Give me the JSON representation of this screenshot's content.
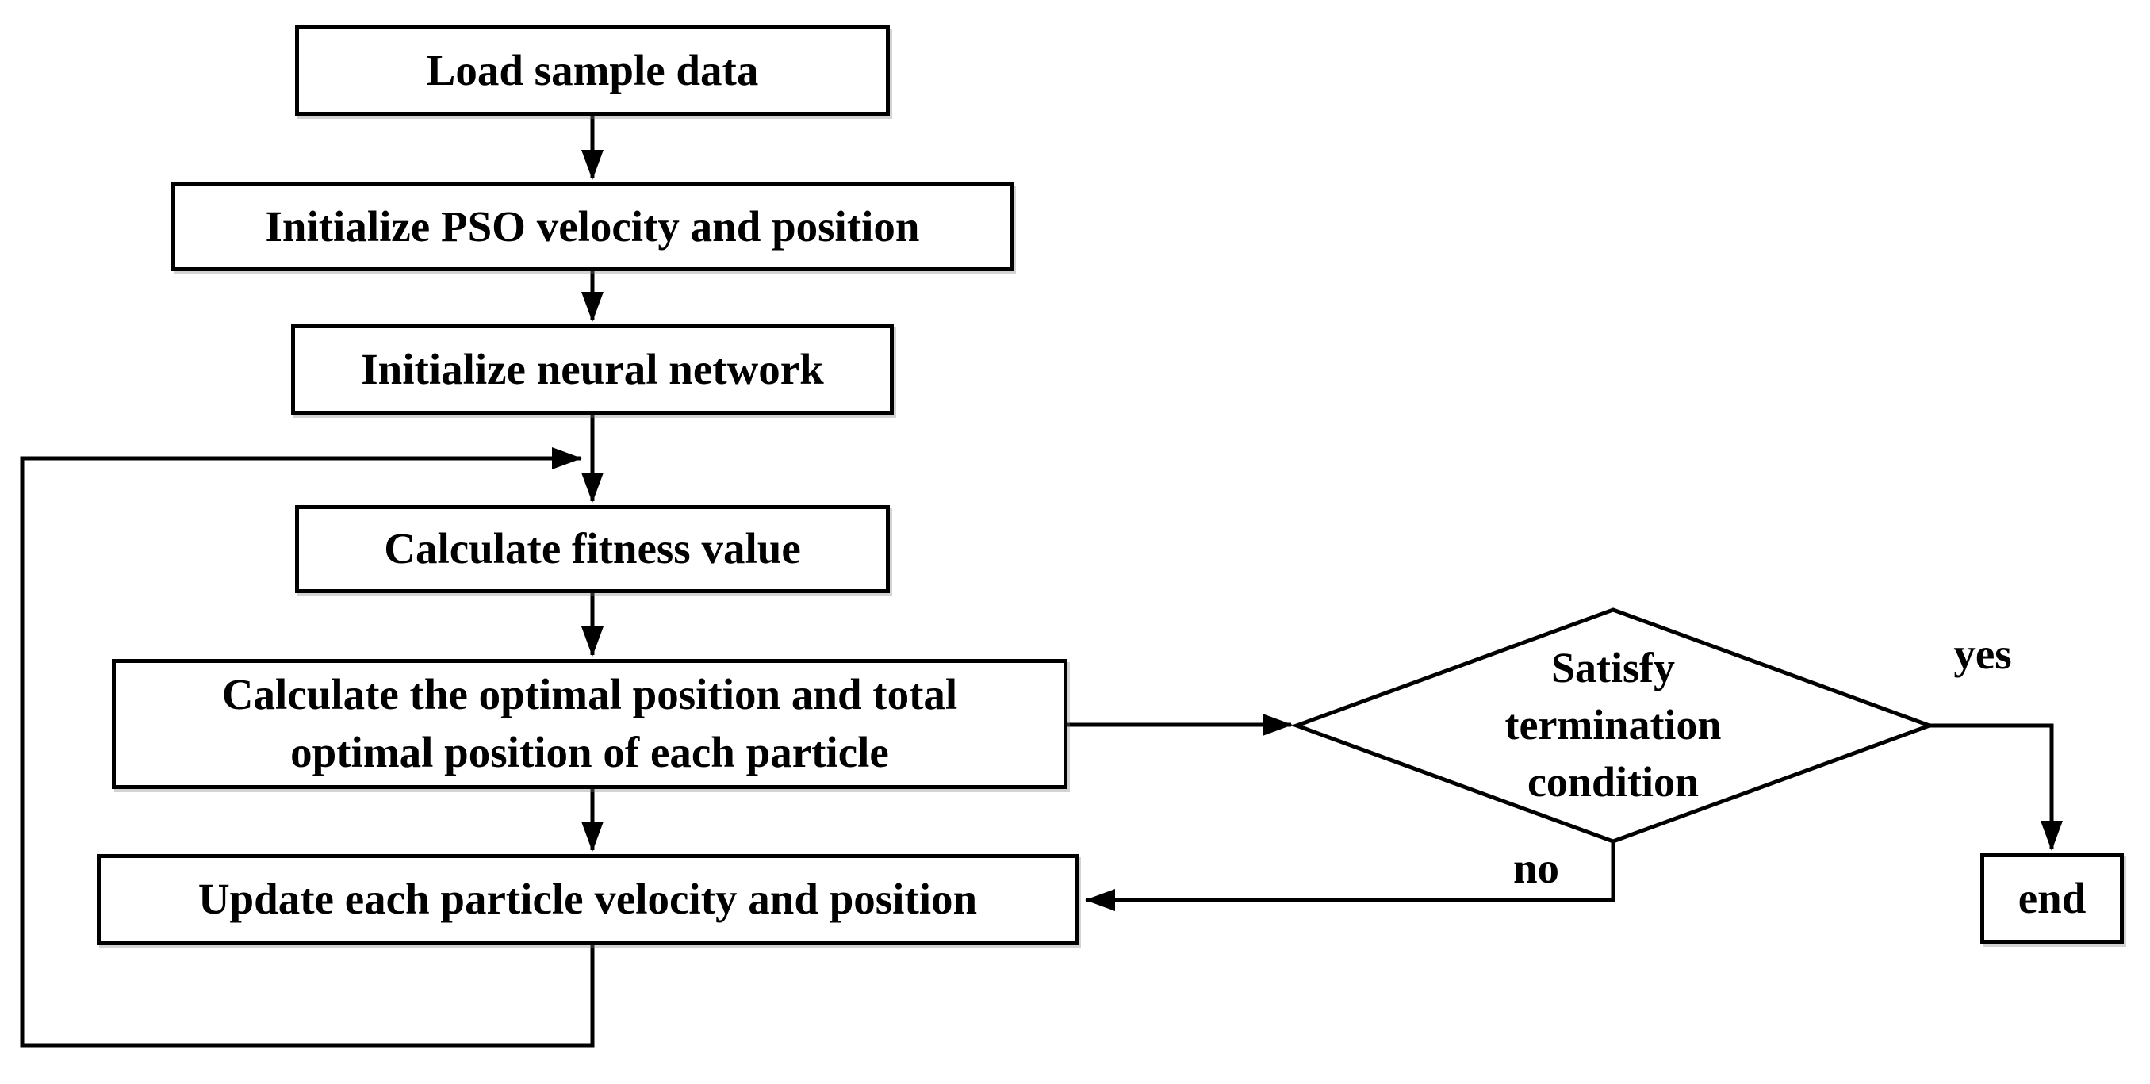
{
  "diagram": {
    "title": "PSO neural network flowchart",
    "background_color": "#ffffff",
    "stroke_color": "#000000",
    "nodes": {
      "load": {
        "label": "Load sample data"
      },
      "init_pso": {
        "label": "Initialize PSO velocity and position"
      },
      "init_nn": {
        "label": "Initialize neural network"
      },
      "fitness": {
        "label": "Calculate fitness value"
      },
      "optimal": {
        "label": "Calculate the optimal position and total\noptimal position of each particle"
      },
      "update": {
        "label": "Update each particle velocity and position"
      },
      "decision": {
        "label": "Satisfy\ntermination\ncondition"
      },
      "end": {
        "label": "end"
      }
    },
    "edge_labels": {
      "yes": "yes",
      "no": "no"
    }
  }
}
